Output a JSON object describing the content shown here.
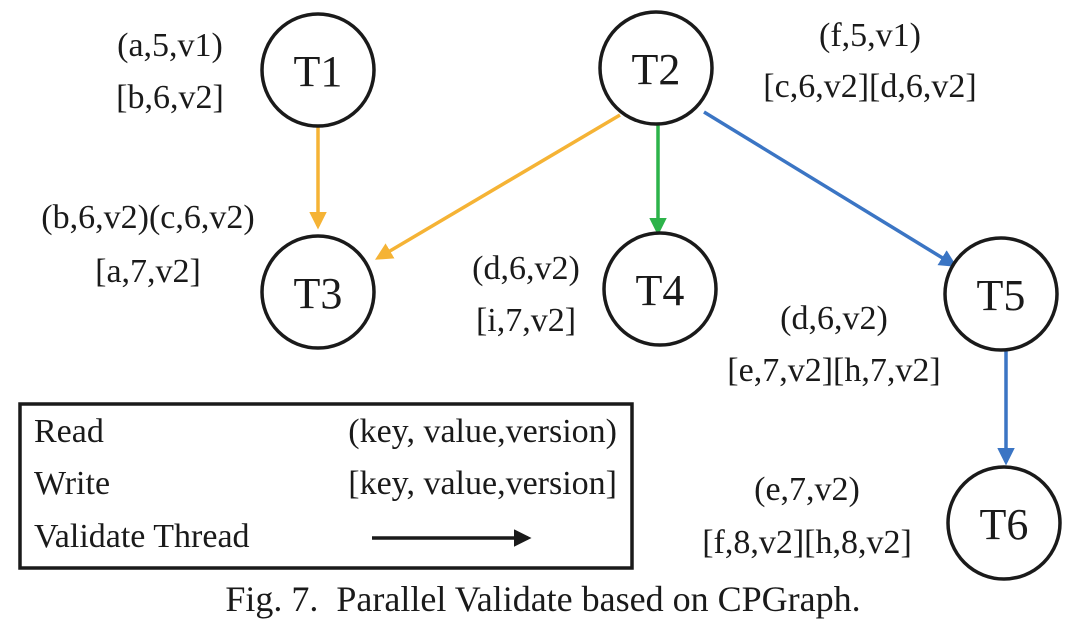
{
  "colors": {
    "yellow_edge": "#f5b335",
    "green_edge": "#2db34a",
    "blue_edge": "#3b75c4",
    "black": "#1a1a1a"
  },
  "nodes": [
    {
      "id": "T1",
      "label": "T1",
      "read": "(a,5,v1)",
      "write": "[b,6,v2]"
    },
    {
      "id": "T2",
      "label": "T2",
      "read": "(f,5,v1)",
      "write": "[c,6,v2][d,6,v2]"
    },
    {
      "id": "T3",
      "label": "T3",
      "read": "(b,6,v2)(c,6,v2)",
      "write": "[a,7,v2]"
    },
    {
      "id": "T4",
      "label": "T4",
      "read": "(d,6,v2)",
      "write": "[i,7,v2]"
    },
    {
      "id": "T5",
      "label": "T5",
      "read": "(d,6,v2)",
      "write": "[e,7,v2][h,7,v2]"
    },
    {
      "id": "T6",
      "label": "T6",
      "read": "(e,7,v2)",
      "write": "[f,8,v2][h,8,v2]"
    }
  ],
  "edges": [
    {
      "from": "T1",
      "to": "T3",
      "color": "yellow"
    },
    {
      "from": "T2",
      "to": "T3",
      "color": "yellow"
    },
    {
      "from": "T2",
      "to": "T4",
      "color": "green"
    },
    {
      "from": "T2",
      "to": "T5",
      "color": "blue"
    },
    {
      "from": "T5",
      "to": "T6",
      "color": "blue"
    }
  ],
  "legend": {
    "read_label": "Read",
    "read_format": "(key, value,version)",
    "write_label": "Write",
    "write_format": "[key, value,version]",
    "thread_label": "Validate Thread"
  },
  "caption": "Fig. 7.  Parallel Validate based on CPGraph."
}
